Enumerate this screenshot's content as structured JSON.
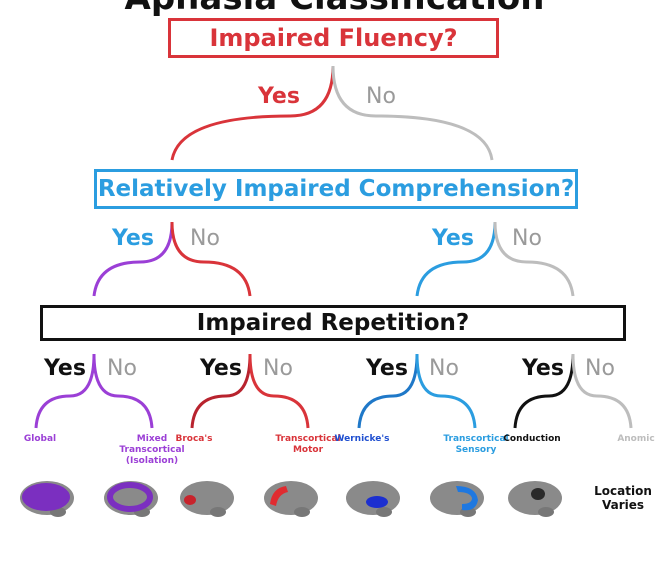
{
  "title": "Aphasia Classification",
  "questions": {
    "fluency": "Impaired Fluency?",
    "comprehension": "Relatively Impaired Comprehension?",
    "repetition": "Impaired Repetition?"
  },
  "answers": {
    "yes": "Yes",
    "no": "No"
  },
  "colors": {
    "red": "#d9343a",
    "blue": "#2b9de0",
    "purple": "#9b3fd6",
    "darkred": "#b8232e",
    "steelblue": "#1f78c8",
    "black": "#111111",
    "gray": "#bdbdbd"
  },
  "aphasia_types": [
    {
      "name": "Global",
      "color": "#9b3fd6",
      "lesion": "purple-large"
    },
    {
      "name": "Mixed Transcortical (Isolation)",
      "color": "#9b3fd6",
      "lesion": "purple-ring"
    },
    {
      "name": "Broca's",
      "color": "#d9343a",
      "lesion": "red-frontal"
    },
    {
      "name": "Transcortical Motor",
      "color": "#d9343a",
      "lesion": "red-anterior"
    },
    {
      "name": "Wernicke's",
      "color": "#1f4fd0",
      "lesion": "blue-temporal"
    },
    {
      "name": "Transcortical Sensory",
      "color": "#2b9de0",
      "lesion": "blue-posterior"
    },
    {
      "name": "Conduction",
      "color": "#111111",
      "lesion": "dark-parietal"
    },
    {
      "name": "Anomic",
      "color": "#bdbdbd",
      "lesion": "none"
    }
  ],
  "anomic_location_text": "Location Varies"
}
